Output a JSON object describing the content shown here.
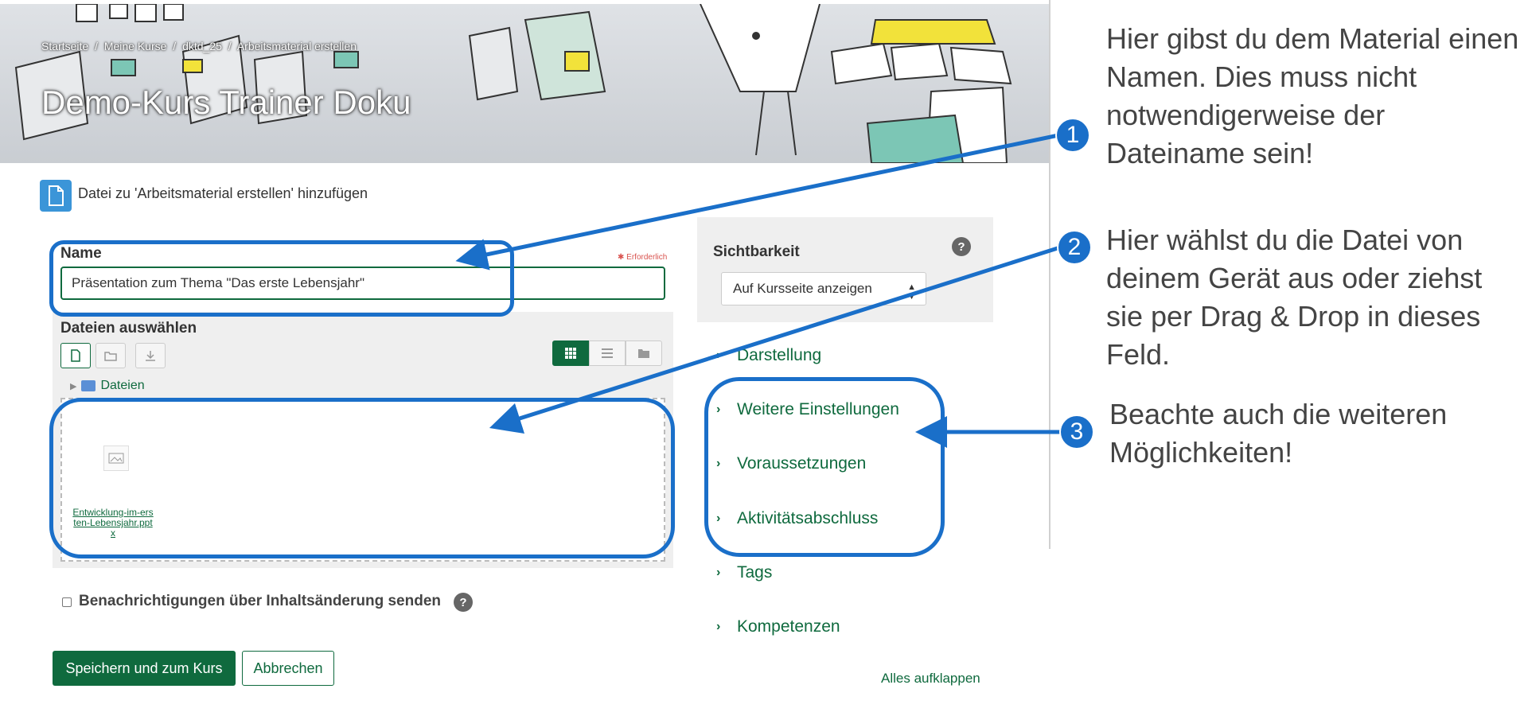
{
  "banner": {
    "breadcrumb": [
      "Startseite",
      "/",
      "Meine Kurse",
      "/",
      "dktd_25",
      "/",
      "Arbeitsmaterial erstellen"
    ],
    "course_title": "Demo-Kurs Trainer Doku"
  },
  "page": {
    "heading": "Datei zu 'Arbeitsmaterial erstellen' hinzufügen"
  },
  "form": {
    "name_label": "Name",
    "required_label": "Erforderlich",
    "name_value": "Präsentation zum Thema \"Das erste Lebensjahr\"",
    "files_label": "Dateien auswählen",
    "folder_label": "Dateien",
    "file_thumb_icon": "image-icon",
    "file_name": "Entwicklung-im-ersten-Lebensjahr.pptx",
    "notify_label": "Benachrichtigungen über Inhaltsänderung senden",
    "help_symbol": "?",
    "save_label": "Speichern und zum Kurs",
    "cancel_label": "Abbrechen"
  },
  "visibility": {
    "label": "Sichtbarkeit",
    "selected": "Auf Kursseite anzeigen"
  },
  "sections": [
    "Darstellung",
    "Weitere Einstellungen",
    "Voraussetzungen",
    "Aktivitätsabschluss",
    "Tags",
    "Kompetenzen"
  ],
  "expand_all": "Alles aufklappen",
  "annotations": {
    "numbers": [
      "1",
      "2",
      "3"
    ],
    "notes": [
      "Hier gibst du dem Material einen Namen. Dies muss nicht notwendigerweise der Dateiname sein!",
      "Hier wählst du die Datei von deinem Gerät aus oder ziehst sie per Drag & Drop in dieses Feld.",
      "Beachte auch die weiteren Möglichkeiten!"
    ],
    "color": "#1a6fc9"
  },
  "colors": {
    "brand_green": "#0f6a3e",
    "icon_blue": "#3b95d8"
  }
}
